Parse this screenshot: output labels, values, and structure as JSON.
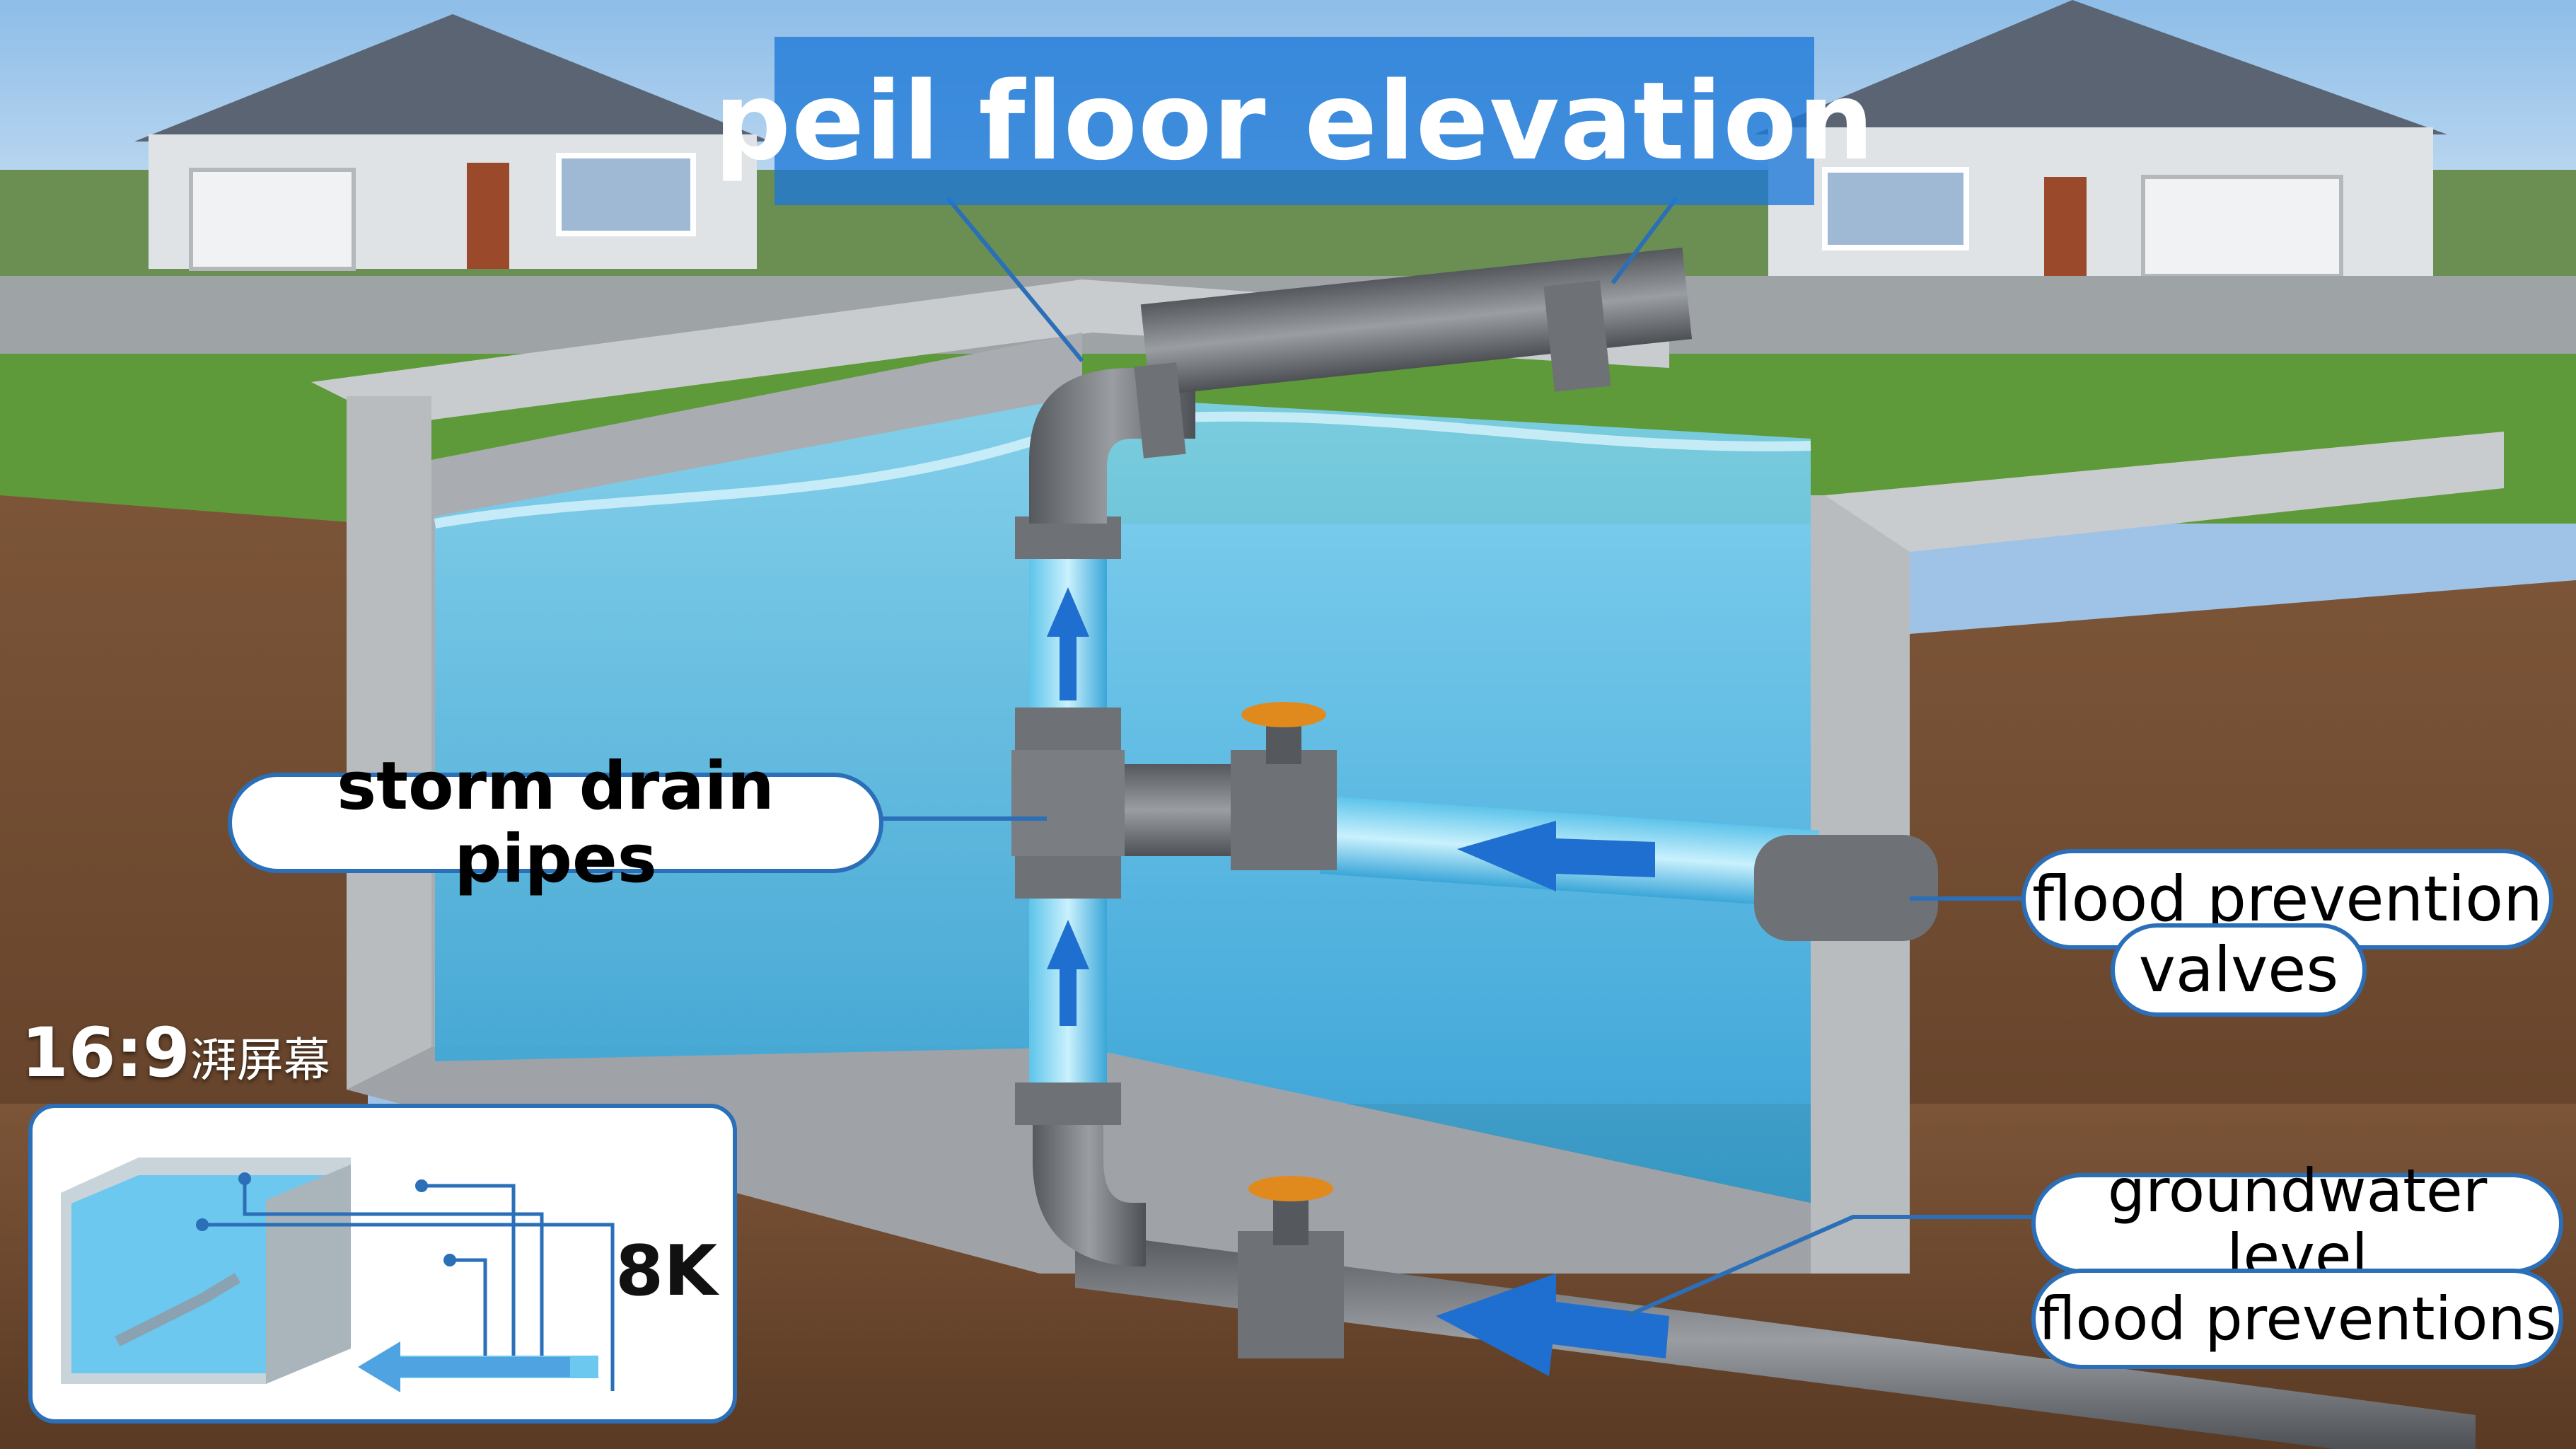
{
  "title": "peil floor elevation",
  "labels": {
    "storm_drain": "storm drain pipes",
    "flood_prevention_valves_line1": "flood prevention",
    "flood_prevention_valves_line2": "valves",
    "groundwater_level": "groundwater level",
    "flood_preventions": "flood preventions"
  },
  "inset": {
    "ratio_main": "16:9",
    "ratio_suffix": "湃屏幕",
    "resolution": "8K"
  },
  "colors": {
    "accent_blue": "#2a6fb8",
    "water": "#5ec4ea",
    "soil": "#7a5236",
    "concrete": "#b9bcbf",
    "pipe": "#6e7175",
    "valve_handle": "#e08a1e",
    "grass": "#5e9a3a"
  },
  "icons": [
    "flow-arrow-icon",
    "gate-valve-icon",
    "house-icon"
  ]
}
